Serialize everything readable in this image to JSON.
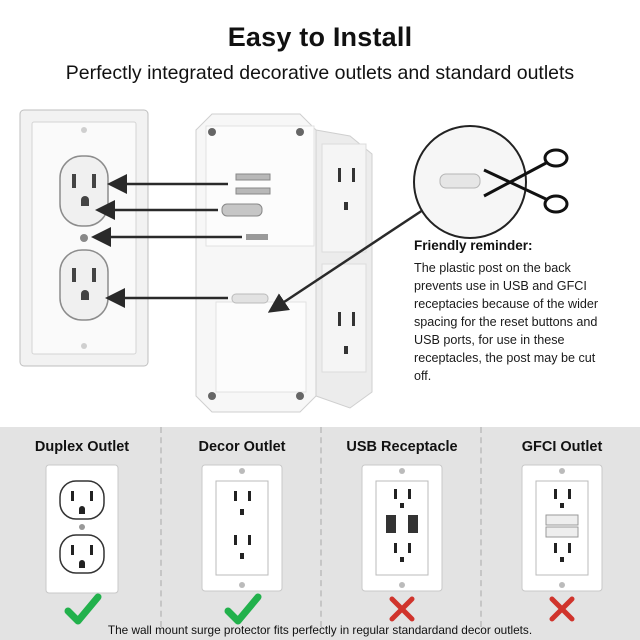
{
  "header": {
    "title": "Easy to Install",
    "subtitle": "Perfectly integrated decorative outlets and standard outlets"
  },
  "reminder": {
    "title": "Friendly reminder:",
    "body": "The plastic post on the back prevents use in USB and GFCI receptacies because of the wider spacing for the reset buttons and USB ports, for use in these receptacles, the post may be cut off."
  },
  "compatibility": [
    {
      "label": "Duplex Outlet",
      "status": "check"
    },
    {
      "label": "Decor Outlet",
      "status": "check"
    },
    {
      "label": "USB Receptacle",
      "status": "cross"
    },
    {
      "label": "GFCI Outlet",
      "status": "cross"
    }
  ],
  "footnote": "The wall mount surge protector fits perfectly in regular standardand decor outlets.",
  "colors": {
    "check": "#22b14c",
    "cross": "#d0342c",
    "panel_bg": "#e3e3e3"
  }
}
